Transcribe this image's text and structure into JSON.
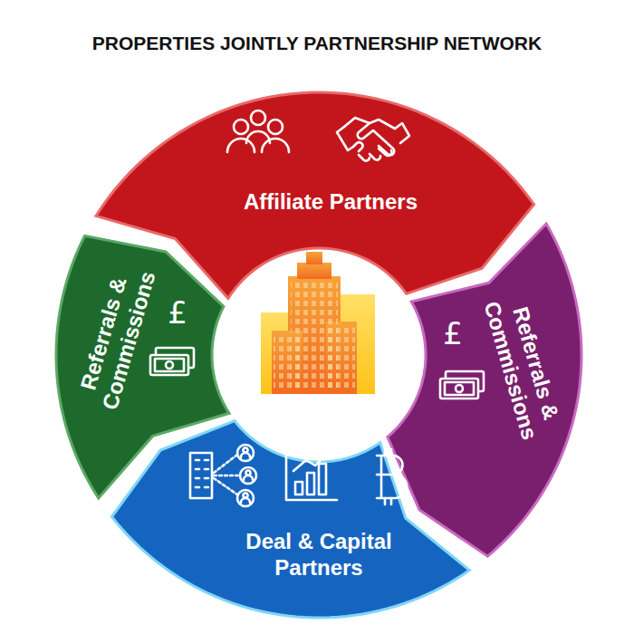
{
  "diagram": {
    "title": "PROPERTIES JOINTLY PARTNERSHIP NETWORK",
    "nodes": [
      {
        "text": [
          "Affiliate Partners"
        ]
      },
      {
        "text": [
          "Referrals & Commissions"
        ]
      },
      {
        "text": [
          "Referrals & Commissions"
        ]
      },
      {
        "text": [
          "Deal & Capital Partners"
        ]
      }
    ],
    "labels": [
      "£",
      "£"
    ]
  }
}
